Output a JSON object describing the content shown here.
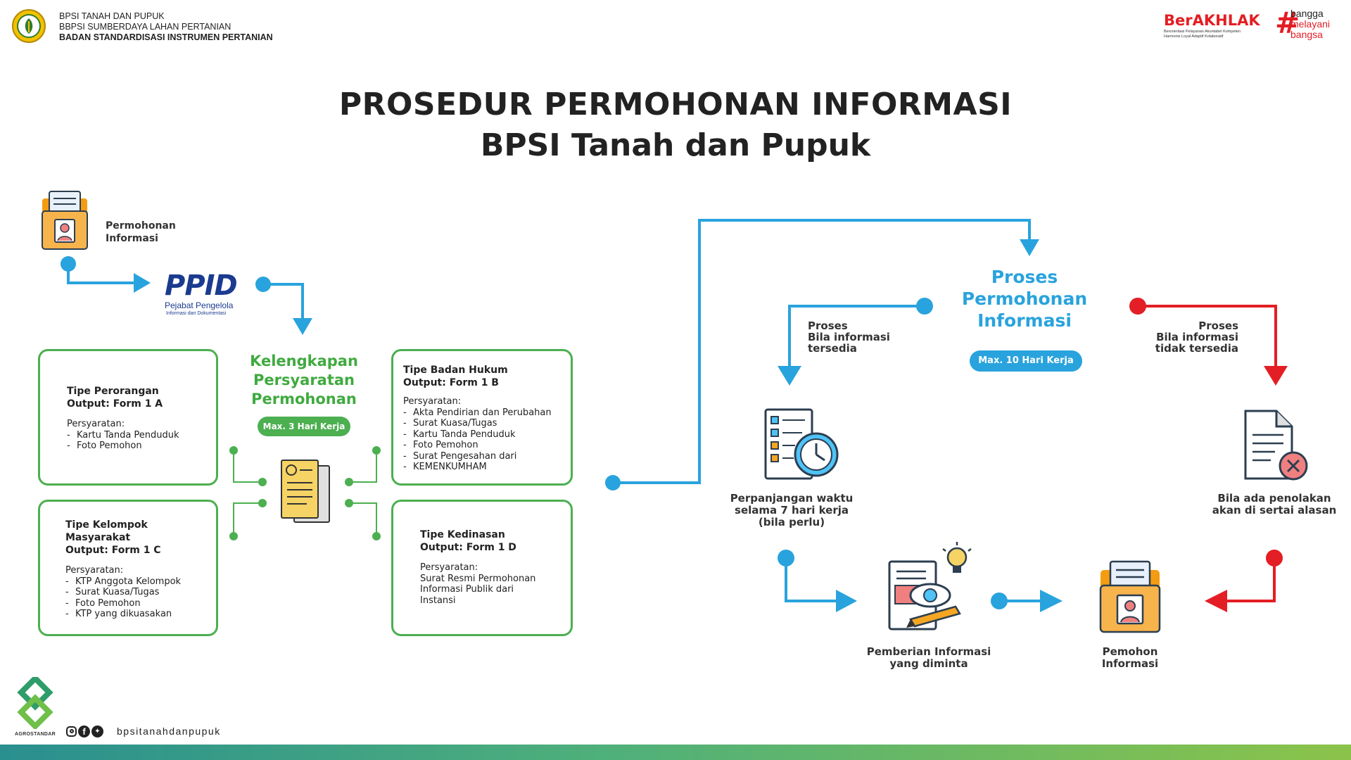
{
  "header": {
    "org_line1": "BPSI TANAH DAN PUPUK",
    "org_line2": "BBPSI SUMBERDAYA LAHAN PERTANIAN",
    "org_line3": "BADAN STANDARDISASI INSTRUMEN PERTANIAN",
    "berakhlak": "BerAKHLAK",
    "berakhlak_sub1": "Berorientasi Pelayanan Akuntabel Kompeten",
    "berakhlak_sub2": "Harmonis Loyal Adaptif Kolaboratif",
    "hashtag_1": "bangga",
    "hashtag_2": "melayani",
    "hashtag_3": "bangsa"
  },
  "title": {
    "line1": "PROSEDUR PERMOHONAN INFORMASI",
    "line2": "BPSI Tanah dan Pupuk"
  },
  "left_flow": {
    "requester_label": "Permohonan Informasi",
    "ppid_logo": "PPID",
    "ppid_sub1": "Pejabat Pengelola",
    "ppid_sub2": "Informasi dan Dokumentasi",
    "requirements_heading": "Kelengkapan Persyaratan Permohonan",
    "requirements_badge": "Max. 3 Hari Kerja"
  },
  "boxes": {
    "perorangan": {
      "title1": "Tipe Perorangan",
      "title2": "Output: Form 1 A",
      "req_label": "Persyaratan:",
      "items": [
        "Kartu Tanda Penduduk",
        "Foto Pemohon"
      ]
    },
    "badan_hukum": {
      "title1": "Tipe Badan Hukum",
      "title2": "Output: Form 1 B",
      "req_label": "Persyaratan:",
      "items": [
        "Akta Pendirian dan Perubahan",
        "Surat Kuasa/Tugas",
        "Kartu Tanda Penduduk",
        "Foto Pemohon",
        "Surat Pengesahan dari",
        "KEMENKUMHAM"
      ]
    },
    "kelompok": {
      "title1": "Tipe Kelompok",
      "title1b": "Masyarakat",
      "title2": "Output: Form 1 C",
      "req_label": "Persyaratan:",
      "items": [
        "KTP Anggota Kelompok",
        "Surat Kuasa/Tugas",
        "Foto Pemohon",
        "KTP yang dikuasakan"
      ]
    },
    "kedinasan": {
      "title1": "Tipe Kedinasan",
      "title2": "Output: Form 1 D",
      "req_label": "Persyaratan:",
      "text1": "Surat Resmi Permohonan",
      "text2": "Informasi Publik dari",
      "text3": "Instansi"
    }
  },
  "right_flow": {
    "process_heading1": "Proses",
    "process_heading2": "Permohonan",
    "process_heading3": "Informasi",
    "process_badge": "Max. 10 Hari Kerja",
    "available_1": "Proses",
    "available_2": "Bila informasi",
    "available_3": "tersedia",
    "unavailable_1": "Proses",
    "unavailable_2": "Bila informasi",
    "unavailable_3": "tidak tersedia",
    "extension_1": "Perpanjangan waktu",
    "extension_2": "selama 7 hari kerja",
    "extension_3": "(bila perlu)",
    "rejection_1": "Bila ada penolakan",
    "rejection_2": "akan di sertai alasan",
    "delivery_1": "Pemberian Informasi",
    "delivery_2": "yang diminta",
    "recipient_1": "Pemohon",
    "recipient_2": "Informasi"
  },
  "footer": {
    "brand": "AGROSTANDAR",
    "social_handle": "bpsitanahdanpupuk"
  },
  "colors": {
    "green": "#4caf50",
    "blue": "#29a3dd",
    "red": "#e31e24",
    "dark": "#222222"
  }
}
